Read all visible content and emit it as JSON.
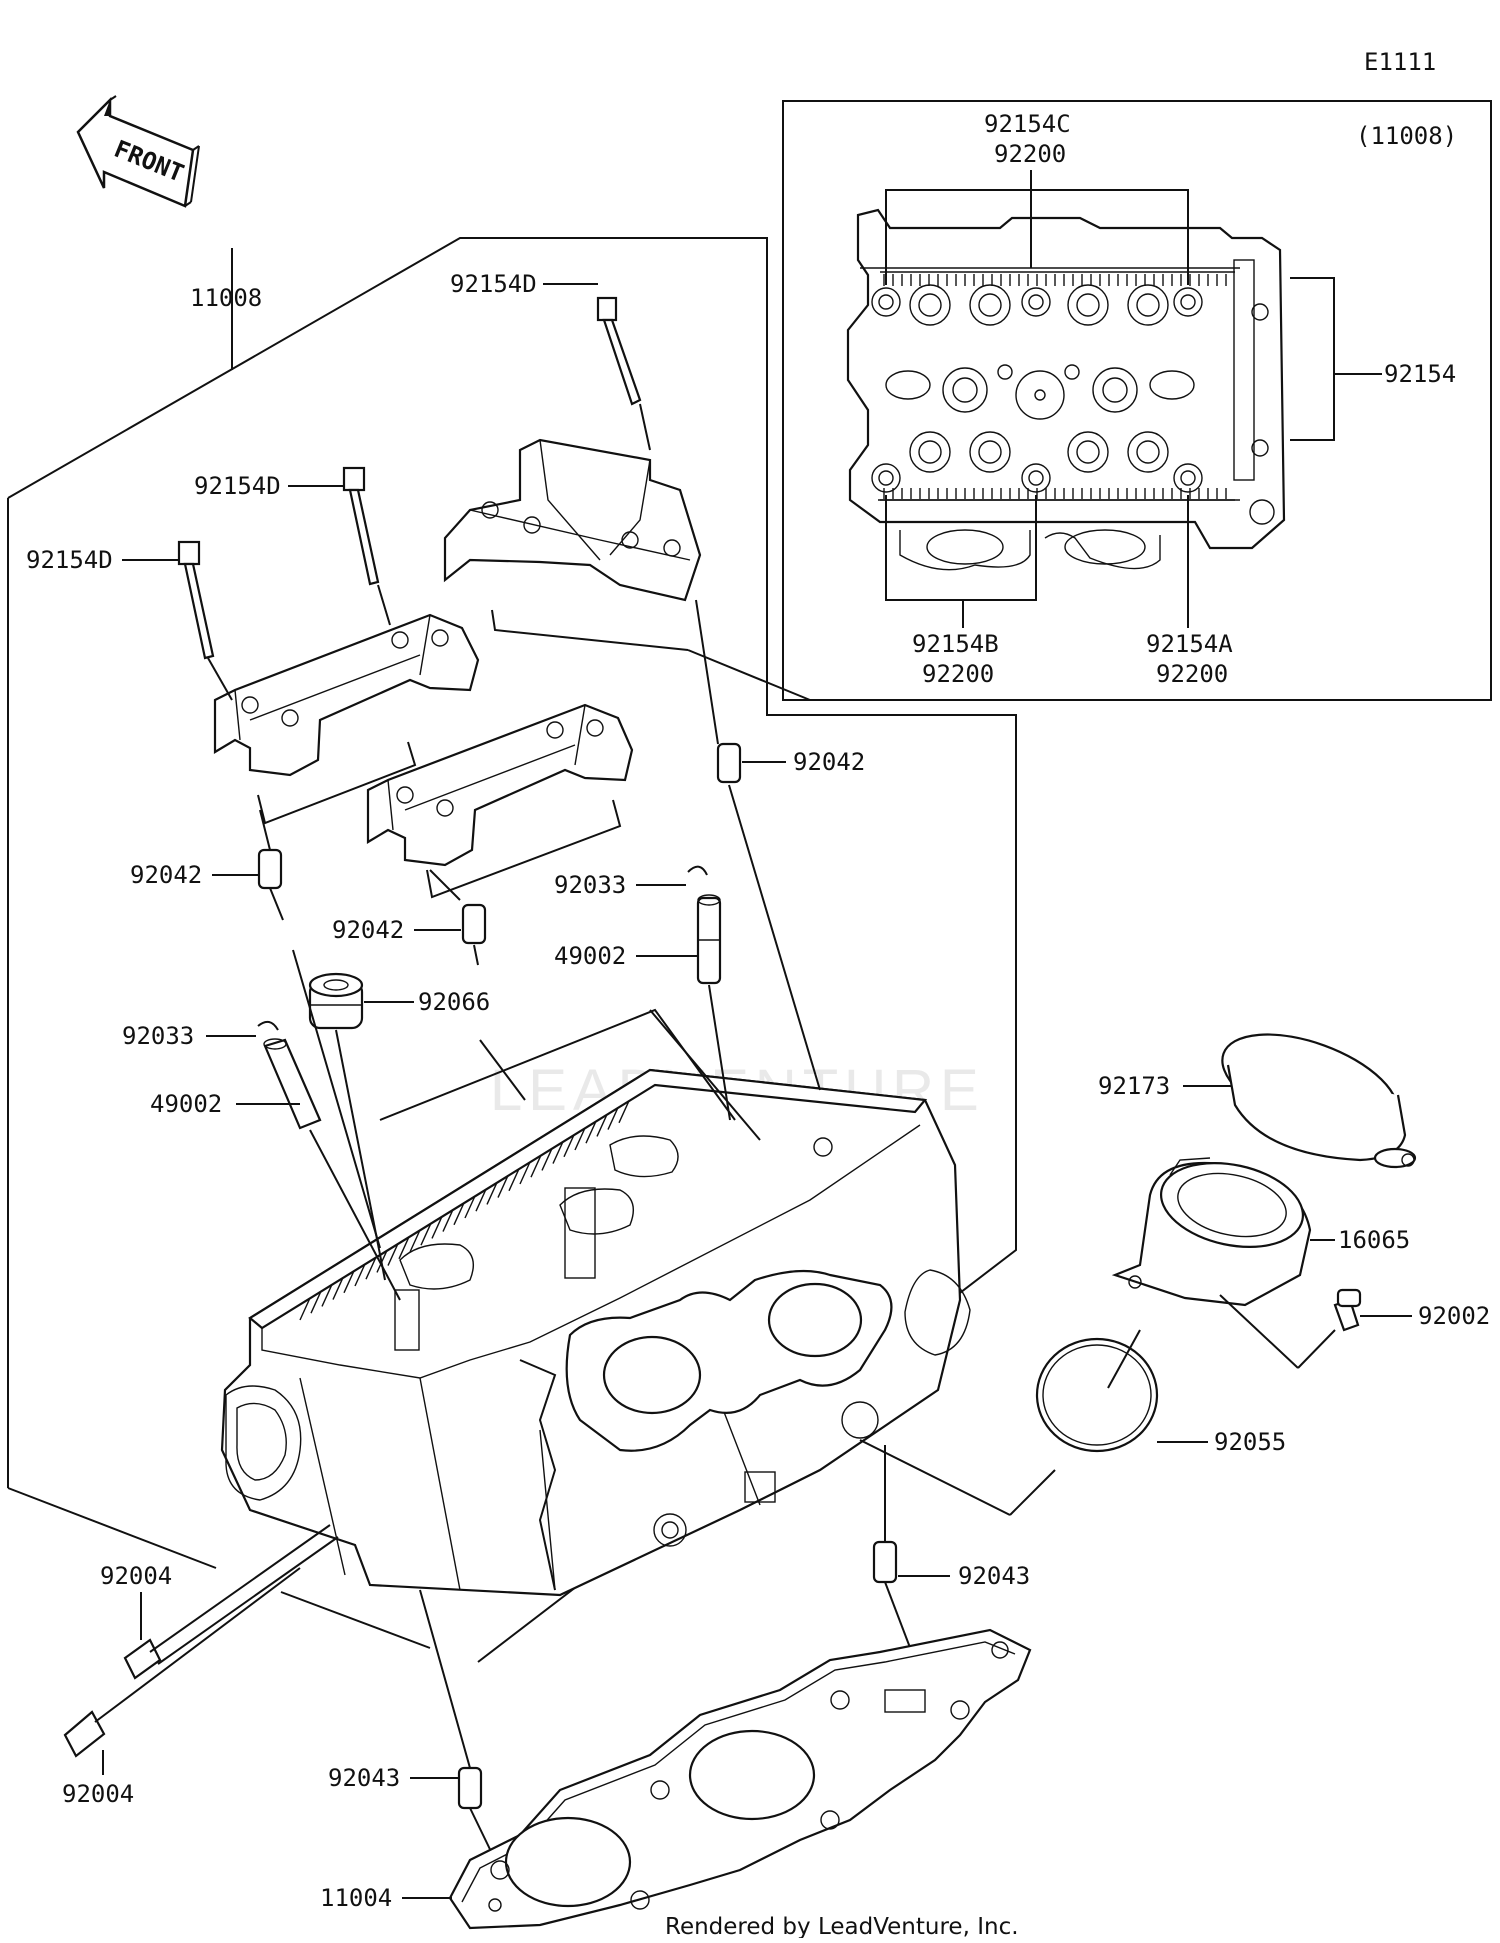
{
  "diagram": {
    "code": "E1111",
    "front_label": "FRONT",
    "inset_ref": "(11008)",
    "footer": "Rendered by LeadVenture, Inc.",
    "watermark": "LEADVENTURE"
  },
  "labels": {
    "l11008": "11008",
    "l92154D_a": "92154D",
    "l92154D_b": "92154D",
    "l92154D_c": "92154D",
    "l92042_a": "92042",
    "l92042_b": "92042",
    "l92042_c": "92042",
    "l92033_a": "92033",
    "l49002_a": "49002",
    "l92066": "92066",
    "l92033_b": "92033",
    "l49002_b": "49002",
    "l92173": "92173",
    "l16065": "16065",
    "l92002": "92002",
    "l92055": "92055",
    "l92043_a": "92043",
    "l92043_b": "92043",
    "l92004_a": "92004",
    "l92004_b": "92004",
    "l11004": "11004",
    "l92154C": "92154C",
    "l92200_top": "92200",
    "l92154": "92154",
    "l92154B": "92154B",
    "l92200_bl": "92200",
    "l92154A": "92154A",
    "l92200_br": "92200"
  }
}
